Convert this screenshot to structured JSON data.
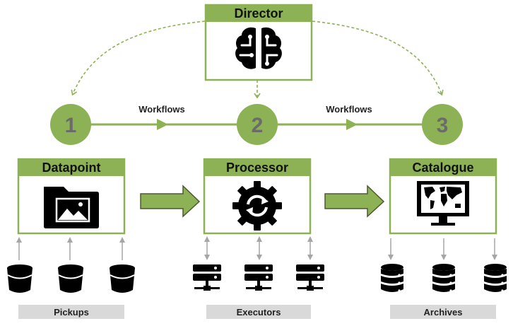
{
  "colors": {
    "accent": "#8db155",
    "arrow_fill": "#8db155",
    "label_bg": "#d9d9d9",
    "connector": "#a6a6a6",
    "icon": "#000000"
  },
  "director": {
    "title": "Director",
    "icon": "brain-icon"
  },
  "steps": [
    {
      "number": "1"
    },
    {
      "number": "2"
    },
    {
      "number": "3"
    }
  ],
  "edges": [
    {
      "label": "Workflows"
    },
    {
      "label": "Workflows"
    }
  ],
  "components": [
    {
      "title": "Datapoint",
      "icon": "folder-image-icon",
      "group_label": "Pickups",
      "item_icon": "bucket-icon"
    },
    {
      "title": "Processor",
      "icon": "gear-sync-icon",
      "group_label": "Executors",
      "item_icon": "server-icon"
    },
    {
      "title": "Catalogue",
      "icon": "world-map-monitor-icon",
      "group_label": "Archives",
      "item_icon": "database-icon"
    }
  ]
}
